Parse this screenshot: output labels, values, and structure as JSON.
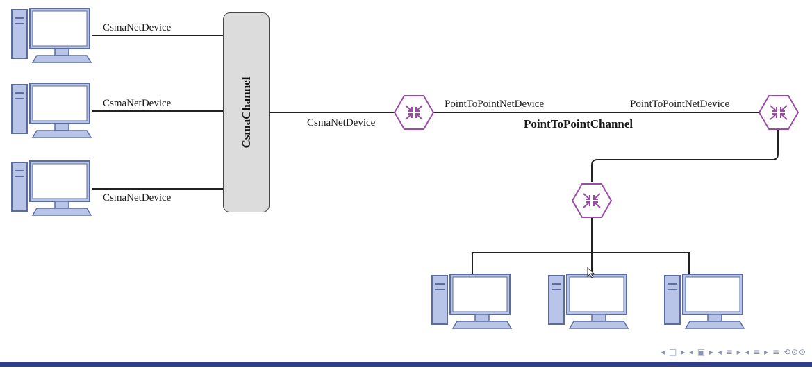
{
  "diagram": {
    "channel_label": "CsmaChannel",
    "lan_links": [
      "CsmaNetDevice",
      "CsmaNetDevice",
      "CsmaNetDevice"
    ],
    "gateway_device_label": "CsmaNetDevice",
    "p2p_left_label": "PointToPointNetDevice",
    "p2p_right_label": "PointToPointNetDevice",
    "p2p_channel_label": "PointToPointChannel"
  },
  "icons": {
    "computer": "desktop-computer-icon",
    "router": "router-icon"
  },
  "colors": {
    "computer_fill": "#b9c5e8",
    "computer_stroke": "#5b6c9e",
    "router": "#9b4aa8",
    "line": "#222222",
    "nav_bar": "#2f3e8f"
  },
  "nav": {
    "controls": "◂ □ ▸ ◂ ▣ ▸ ◂ ≡ ▸ ◂ ≡ ▸  ≡  ⟲⊙⊙"
  }
}
